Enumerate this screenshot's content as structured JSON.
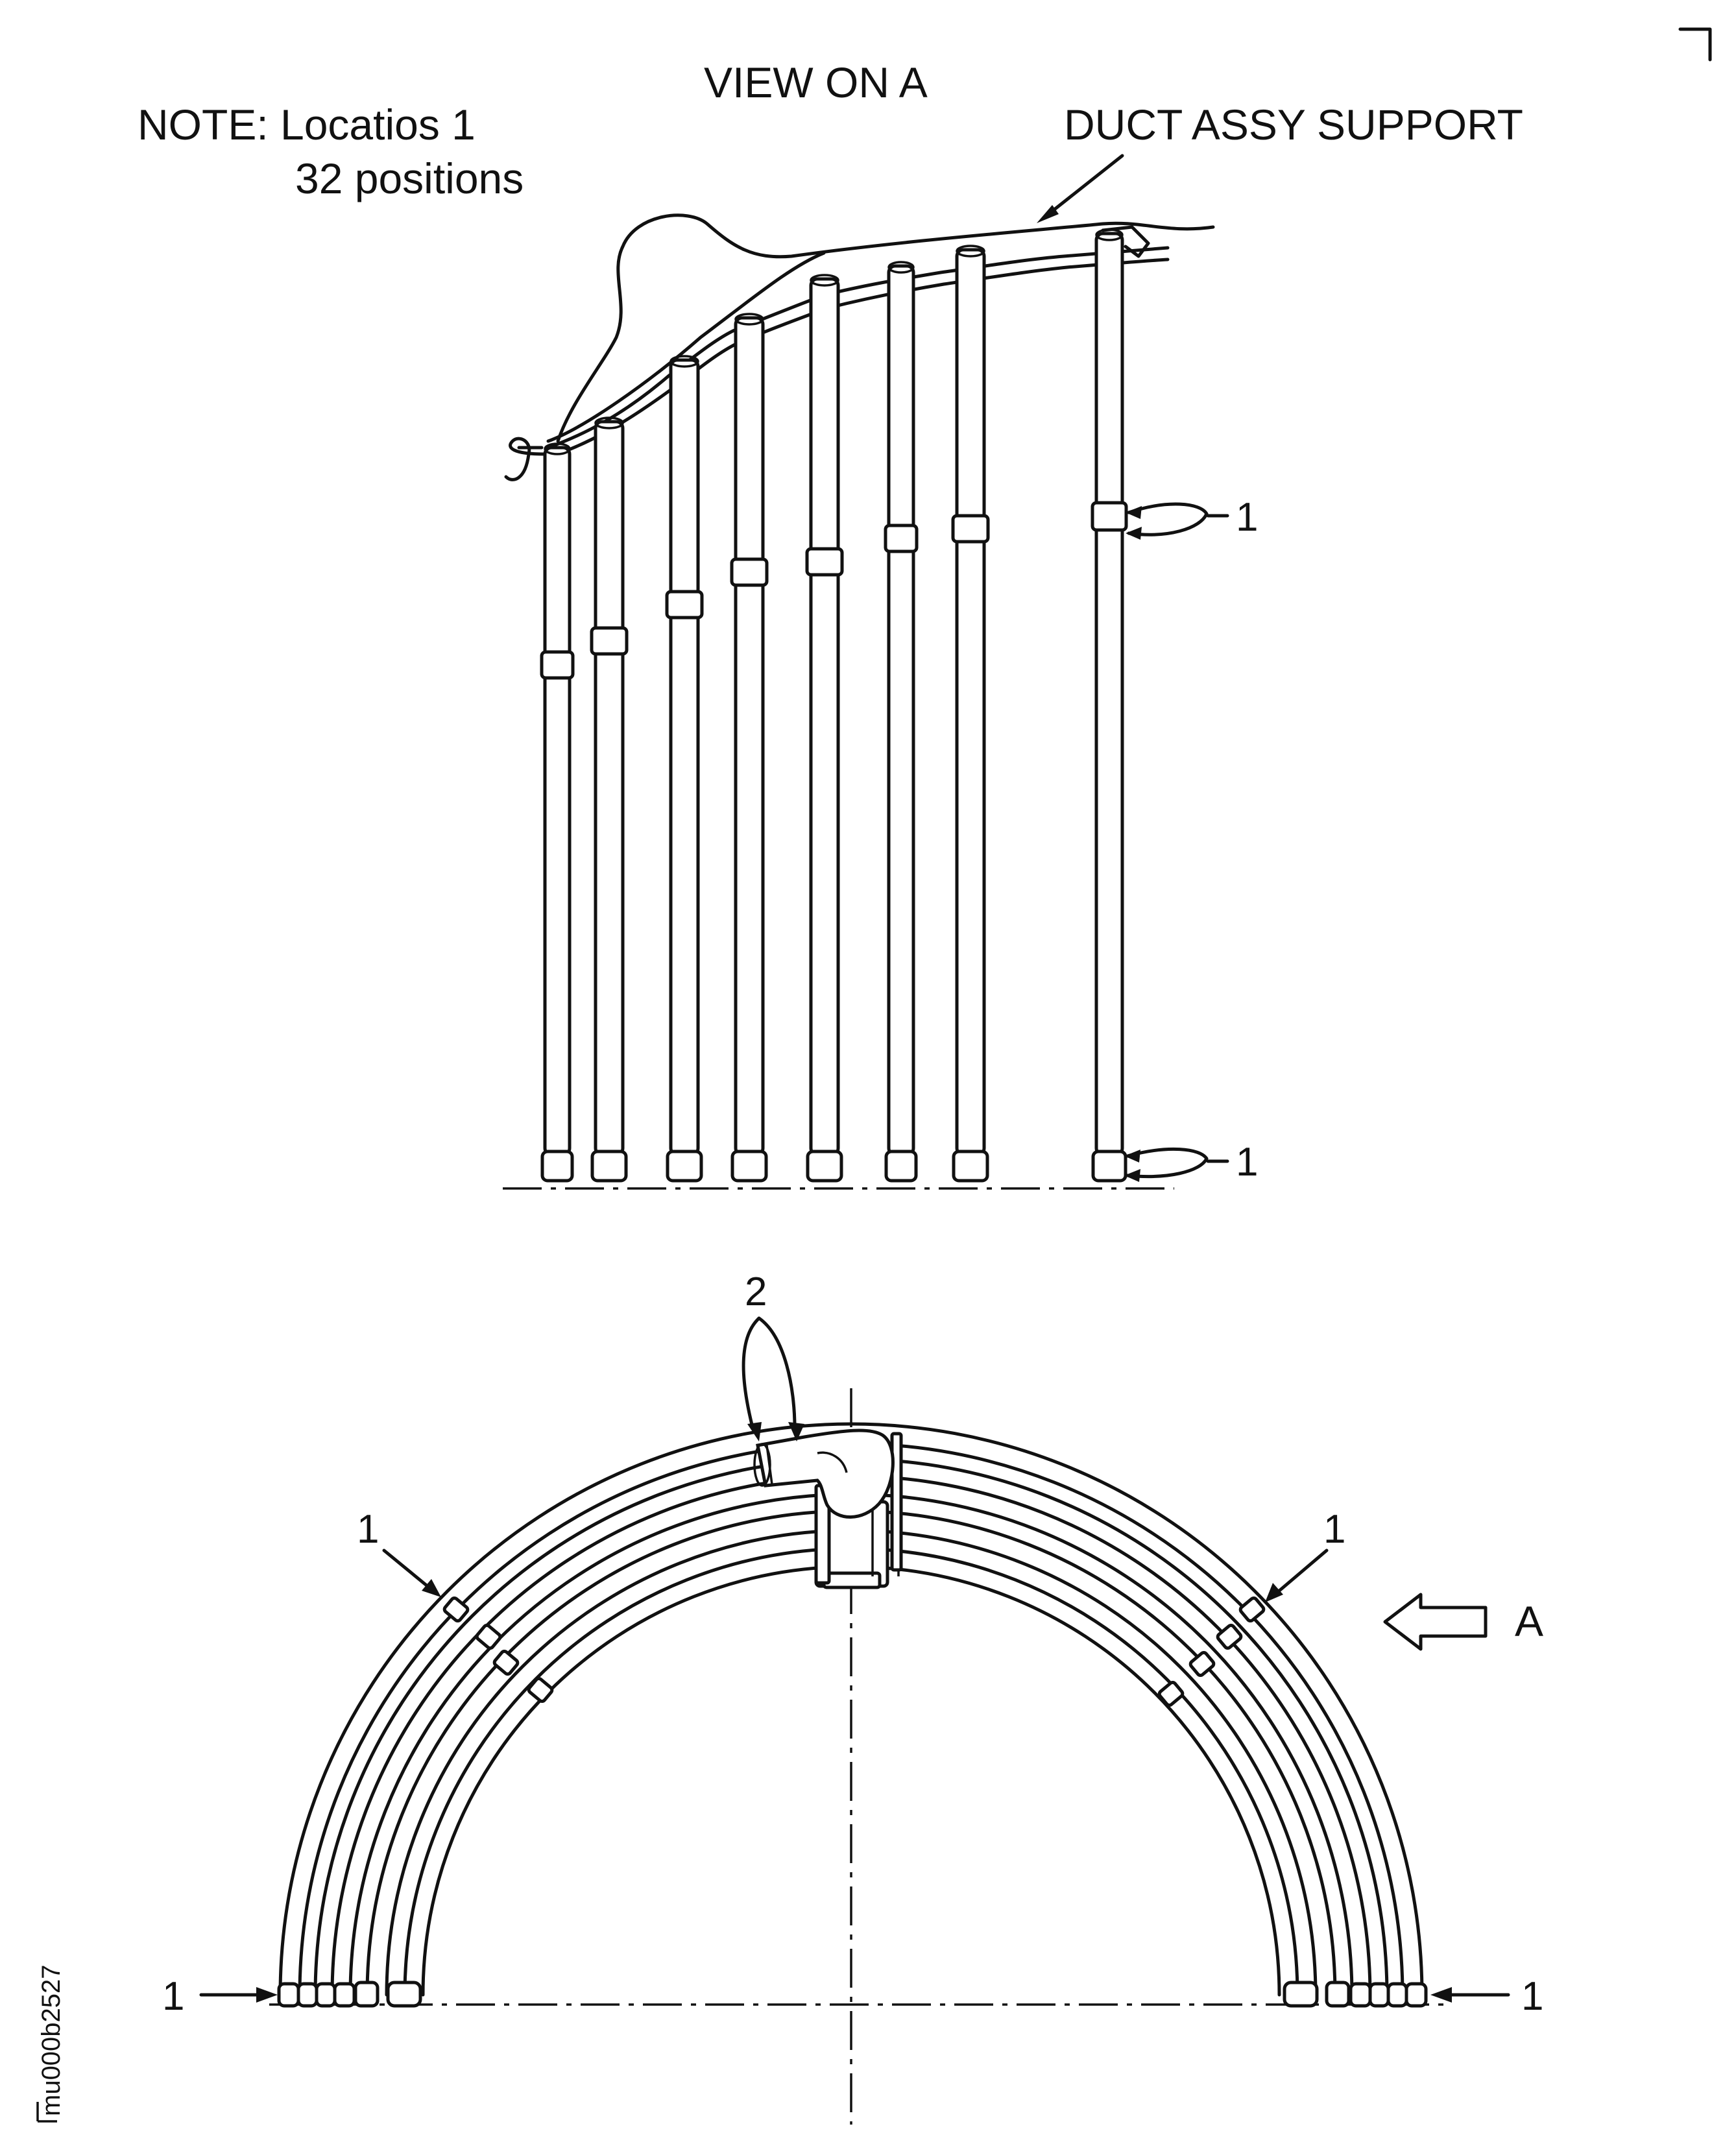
{
  "texts": {
    "view_title": "VIEW ON A",
    "note_line1": "NOTE: Locatios 1",
    "note_line2": "32 positions",
    "duct_label": "DUCT ASSY SUPPORT",
    "view_arrow_letter": "A",
    "drawing_code": "mu000b2527"
  },
  "callouts": {
    "upper_band": "1",
    "upper_bottom": "1",
    "arc_left_band": "1",
    "arc_right_band": "1",
    "arc_left_end": "1",
    "arc_right_end": "1",
    "elbow": "2"
  },
  "icons": [
    "view-direction-arrow-icon",
    "leader-arrow-icon"
  ]
}
